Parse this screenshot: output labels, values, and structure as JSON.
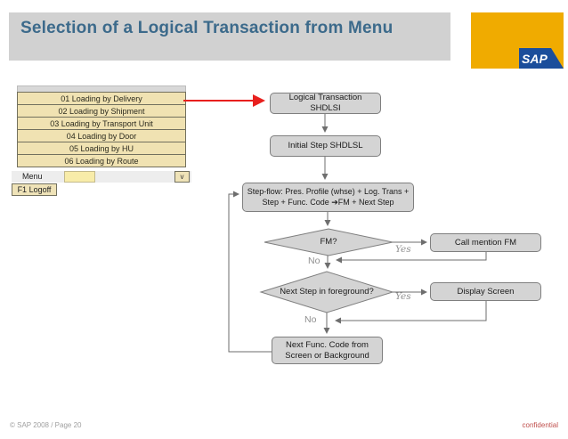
{
  "slide": {
    "title": "Selection of a Logical Transaction from Menu",
    "footer_left": "© SAP 2008 / Page 20",
    "footer_right": "confidential",
    "logo_text": "SAP"
  },
  "menu": {
    "items": [
      {
        "label": "01 Loading by Delivery"
      },
      {
        "label": "02 Loading by Shipment"
      },
      {
        "label": "03 Loading by Transport Unit"
      },
      {
        "label": "04 Loading by Door"
      },
      {
        "label": "05 Loading by HU"
      },
      {
        "label": "06 Loading by Route"
      }
    ],
    "menu_label": "Menu",
    "input_value": "",
    "dropdown_label": "v",
    "logoff_label": "F1 Logoff"
  },
  "flow": {
    "nodes": {
      "logical_transaction": "Logical Transaction SHDLSI",
      "initial_step": "Initial Step SHDLSL",
      "step_flow": "Step-flow: Pres. Profile (whse) + Log. Trans + Step + Func. Code ➔FM + Next Step",
      "call_fm": "Call mention FM",
      "display_screen": "Display Screen",
      "next_func": "Next Func. Code from Screen or Background"
    },
    "decisions": {
      "fm": "FM?",
      "next_step": "Next Step in foreground?"
    },
    "labels": {
      "yes1": "Yes",
      "no1": "No",
      "yes2": "Yes",
      "no2": "No"
    }
  },
  "colors": {
    "header_bar": "#d1d1d1",
    "header_title": "#3c6a8b",
    "sap_gold": "#f0ab00",
    "sap_blue": "#1b4e9b",
    "flow_box_fill": "#d4d4d4",
    "flow_box_border": "#7f7f7f",
    "connector_gray": "#6e6e6e",
    "menu_button_fill": "#f0e2b2",
    "menu_input_fill": "#f8eca9",
    "red_arrow": "#e8201e",
    "confidential_red": "#c0504d"
  }
}
